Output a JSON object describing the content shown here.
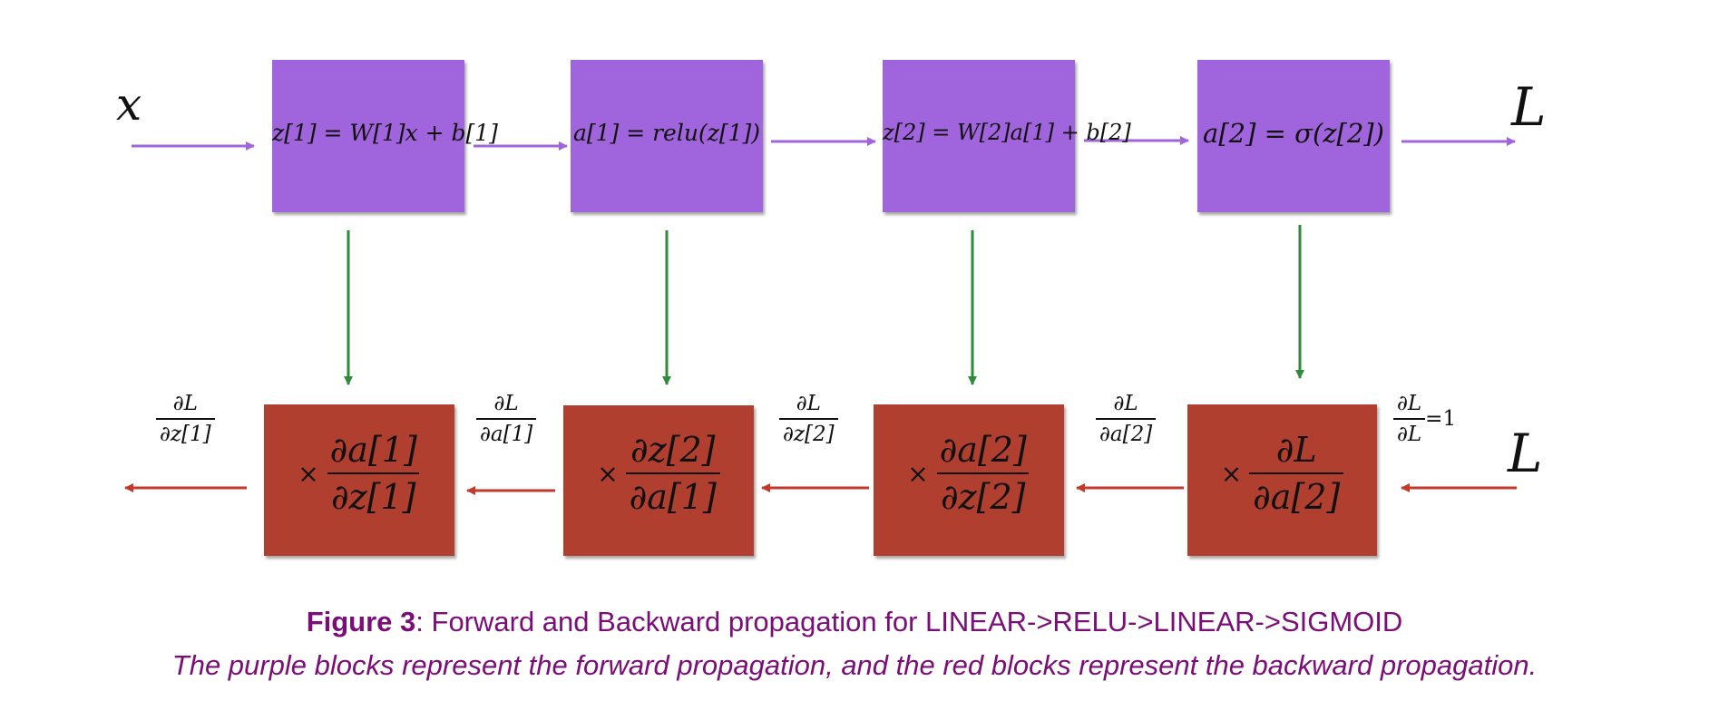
{
  "input_label": "x",
  "loss_label_forward": "L",
  "loss_label_backward": "L",
  "forward_blocks": [
    {
      "text": "z[1] = W[1]x + b[1]"
    },
    {
      "text": "a[1] = relu(z[1])"
    },
    {
      "text": "z[2] = W[2]a[1] + b[2]"
    },
    {
      "text": "a[2] = σ(z[2])"
    }
  ],
  "backward_blocks": [
    {
      "mult": "×",
      "num": "∂a[1]",
      "den": "∂z[1]"
    },
    {
      "mult": "×",
      "num": "∂z[2]",
      "den": "∂a[1]"
    },
    {
      "mult": "×",
      "num": "∂a[2]",
      "den": "∂z[2]"
    },
    {
      "mult": "×",
      "num": "∂L",
      "den": "∂a[2]"
    }
  ],
  "gradient_labels": [
    {
      "num": "∂L",
      "den": "∂z[1]"
    },
    {
      "num": "∂L",
      "den": "∂a[1]"
    },
    {
      "num": "∂L",
      "den": "∂z[2]"
    },
    {
      "num": "∂L",
      "den": "∂a[2]"
    },
    {
      "num": "∂L",
      "den": "∂L",
      "suffix": "=1"
    }
  ],
  "caption": {
    "label": "Figure 3",
    "text": ": Forward and Backward propagation for LINEAR->RELU->LINEAR->SIGMOID",
    "subtitle": "The purple blocks represent the forward propagation, and the red blocks represent the backward propagation."
  },
  "colors": {
    "forward_block": "#a064dc",
    "backward_block": "#b13f30",
    "forward_arrow": "#a064dc",
    "backward_arrow": "#c0392b",
    "link_arrow": "#2e8b3a",
    "caption": "#7b0d78"
  }
}
